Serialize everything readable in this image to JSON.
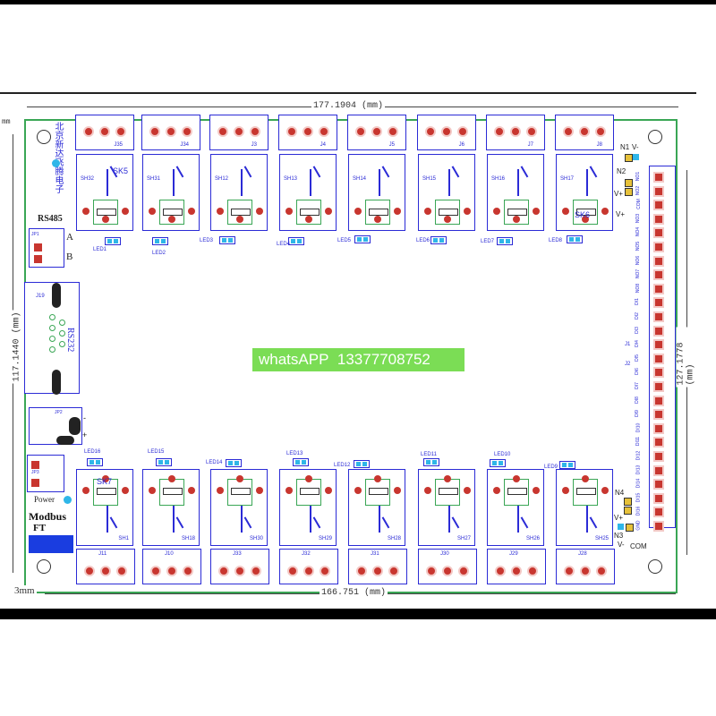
{
  "dimensions": {
    "top": "177.1904 (mm)",
    "bottom": "166.751 (mm)",
    "left": "117.1440 (mm)",
    "right": "127.1778 (mm)",
    "corner": "3mm",
    "left_edge": "mm"
  },
  "labels": {
    "brand_cn": "北京新达飞腾电子",
    "rs485": "RS485",
    "rs485_a": "A",
    "rs485_b": "B",
    "rs232": "RS232",
    "power": "Power",
    "modbus": "Modbus",
    "ft": "FT",
    "jp1": "JP1",
    "jp2": "JP2",
    "jp3": "JP3",
    "j19": "J19",
    "minus": "-",
    "plus": "+",
    "n1": "N1",
    "n2": "N2",
    "n3": "N3",
    "n4": "N4",
    "v_minus": "V-",
    "v_plus": "V+",
    "com": "COM",
    "sk5": "SK5",
    "sk6": "SK6",
    "sk7": "SK7",
    "j1": "J1",
    "j2": "J2"
  },
  "top_terminals": [
    "J35",
    "J34",
    "J3",
    "J4",
    "J5",
    "J6",
    "J7",
    "J8"
  ],
  "top_relays": [
    "SH32",
    "SH31",
    "SH12",
    "SH13",
    "SH14",
    "SH15",
    "SH16",
    "SH17"
  ],
  "top_leds": [
    "LED1",
    "LED2",
    "LED3",
    "LED4",
    "LED5",
    "LED6",
    "LED7",
    "LED8"
  ],
  "bottom_terminals": [
    "J11",
    "J10",
    "J33",
    "J32",
    "J31",
    "J30",
    "J29",
    "J28"
  ],
  "bottom_relays": [
    "SH1",
    "SH18",
    "SH30",
    "SH29",
    "SH28",
    "SH27",
    "SH26",
    "SH25"
  ],
  "bottom_leds": [
    "LED16",
    "LED15",
    "LED14",
    "LED13",
    "LED12",
    "LED11",
    "LED10",
    "LED9"
  ],
  "right_header_labels": [
    "NO1",
    "NO2",
    "COM",
    "NO3",
    "NO4",
    "NO5",
    "NO6",
    "NO7",
    "NO8",
    "DI1",
    "DI2",
    "DI3",
    "DI4",
    "DI5",
    "DI6",
    "DI7",
    "DI8",
    "DI9",
    "DI10",
    "DI11",
    "DI12",
    "DI13",
    "DI14",
    "DI15",
    "DI16",
    "GND"
  ],
  "watermark": {
    "label": "whatsAPP",
    "number": "13377708752"
  }
}
